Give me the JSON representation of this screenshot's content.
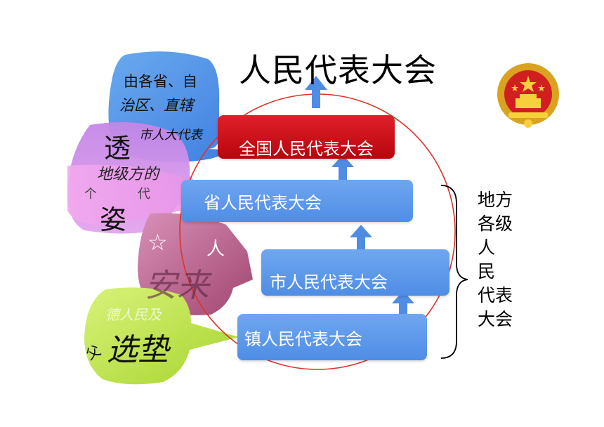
{
  "title": "人民代表大会",
  "levels": {
    "national": "全国人民代表大会",
    "province": "省人民代表大会",
    "city": "市人民代表大会",
    "town": "镇人民代表大会"
  },
  "side_label": [
    "地方",
    "各级",
    "人",
    "民",
    "代表",
    "大会"
  ],
  "bubble_blue": {
    "line1": "由各省、自",
    "line2": "治区、直辖",
    "line3": "市人大代表"
  },
  "bubble_purple": {
    "big1": "透",
    "line1": "地级方的",
    "small1": "个",
    "small2": "代",
    "big2": "姿"
  },
  "bubble_maroon": {
    "star": "☆",
    "char": "人",
    "big": "安来"
  },
  "bubble_green": {
    "faint": "德人民及",
    "small": "父",
    "big": "选垫"
  },
  "colors": {
    "blue_box": "#5b97e8",
    "red_box": "#c00a12",
    "circle": "#d9342c"
  }
}
